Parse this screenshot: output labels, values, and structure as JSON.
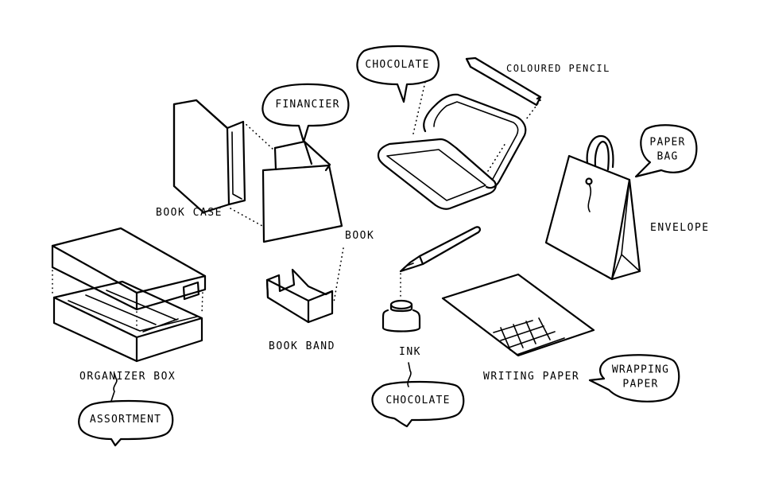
{
  "labels": {
    "book_case": "BOOK CASE",
    "book": "BOOK",
    "book_band": "BOOK BAND",
    "organizer_box": "ORGANIZER BOX",
    "ink": "INK",
    "writing_paper": "WRITING PAPER",
    "coloured_pencil": "COLOURED PENCIL",
    "envelope": "ENVELOPE"
  },
  "bubbles": {
    "financier": "FINANCIER",
    "chocolate_top": "CHOCOLATE",
    "paper_bag": "PAPER\nBAG",
    "assortment": "ASSORTMENT",
    "chocolate_bottom": "CHOCOLATE",
    "wrapping_paper": "WRAPPING\nPAPER"
  }
}
